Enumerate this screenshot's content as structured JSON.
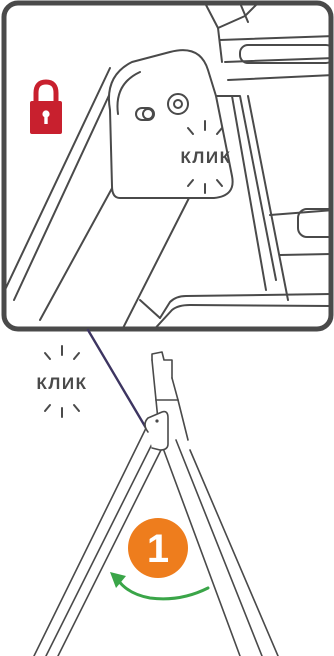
{
  "zoom_inset": {
    "lock_icon": "lock-icon",
    "click_label": "КЛИК"
  },
  "main_view": {
    "click_label": "КЛИК",
    "step": {
      "number": "1",
      "icon": "curved-arrow-icon"
    }
  },
  "colors": {
    "lock": "#c8202e",
    "step_badge": "#ee7d1d",
    "arrow": "#3aa548",
    "leader_line": "#3d3561",
    "line_art": "#4a4a4a"
  }
}
